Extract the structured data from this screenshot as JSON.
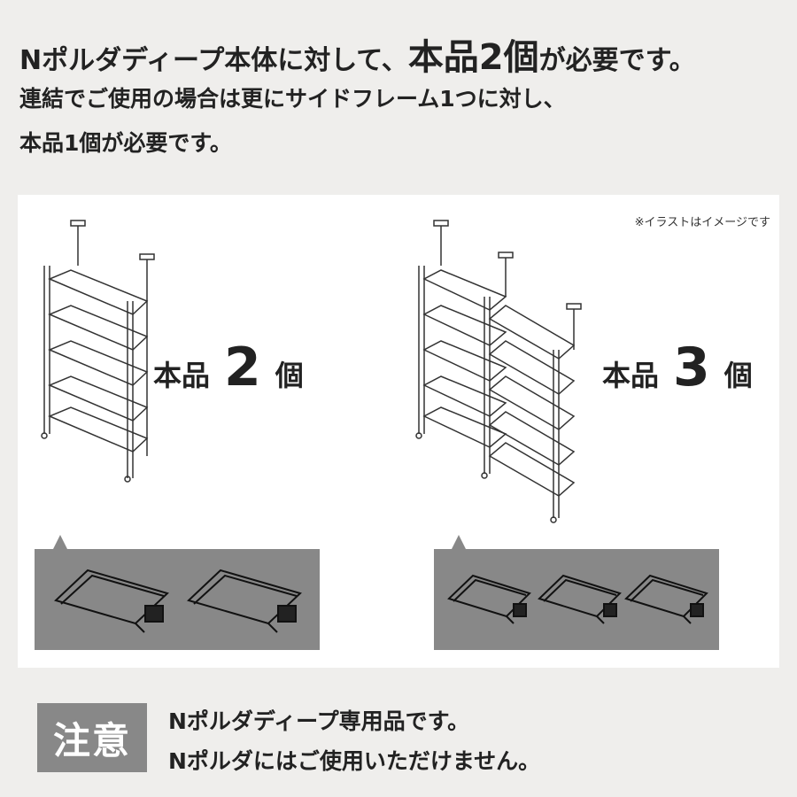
{
  "heading": {
    "line1_prefix": "Nポルダディープ本体に対して、",
    "line1_emph": "本品2個",
    "line1_suffix": "が必要です。",
    "line2": "連結でご使用の場合は更にサイドフレーム1つに対し、",
    "line3": "本品1個が必要です。"
  },
  "illustration": {
    "note": "※イラストはイメージです",
    "left": {
      "prefix": "本品",
      "number": "2",
      "unit": "個",
      "brackets": 2
    },
    "right": {
      "prefix": "本品",
      "number": "3",
      "unit": "個",
      "brackets": 3
    }
  },
  "warning": {
    "badge": "注意",
    "line1": "Nポルダディープ専用品です。",
    "line2": "Nポルダにはご使用いただけません。"
  },
  "colors": {
    "background": "#efeeec",
    "panel": "#ffffff",
    "accent_gray": "#888888",
    "text": "#222222"
  }
}
